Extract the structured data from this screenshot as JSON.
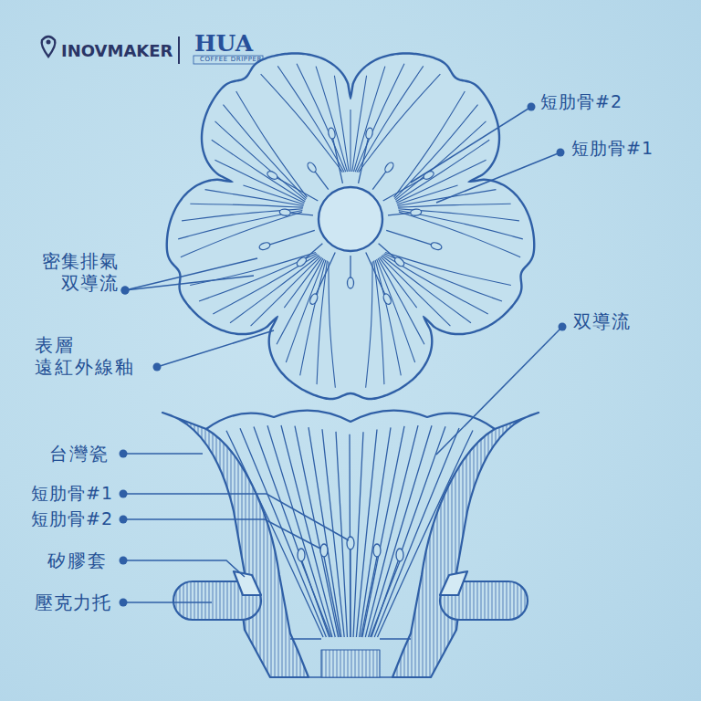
{
  "diagram": {
    "labels": [
      "INOVMAKER",
      "HUA",
      "COFFEE DRIPPER",
      "短肋骨#2",
      "短肋骨#1",
      "密集排氣 双導流",
      "双導流",
      "表層 遠紅外線釉",
      "台灣瓷",
      "短肋骨#1",
      "短肋骨#2",
      "矽膠套",
      "壓克力托"
    ]
  }
}
